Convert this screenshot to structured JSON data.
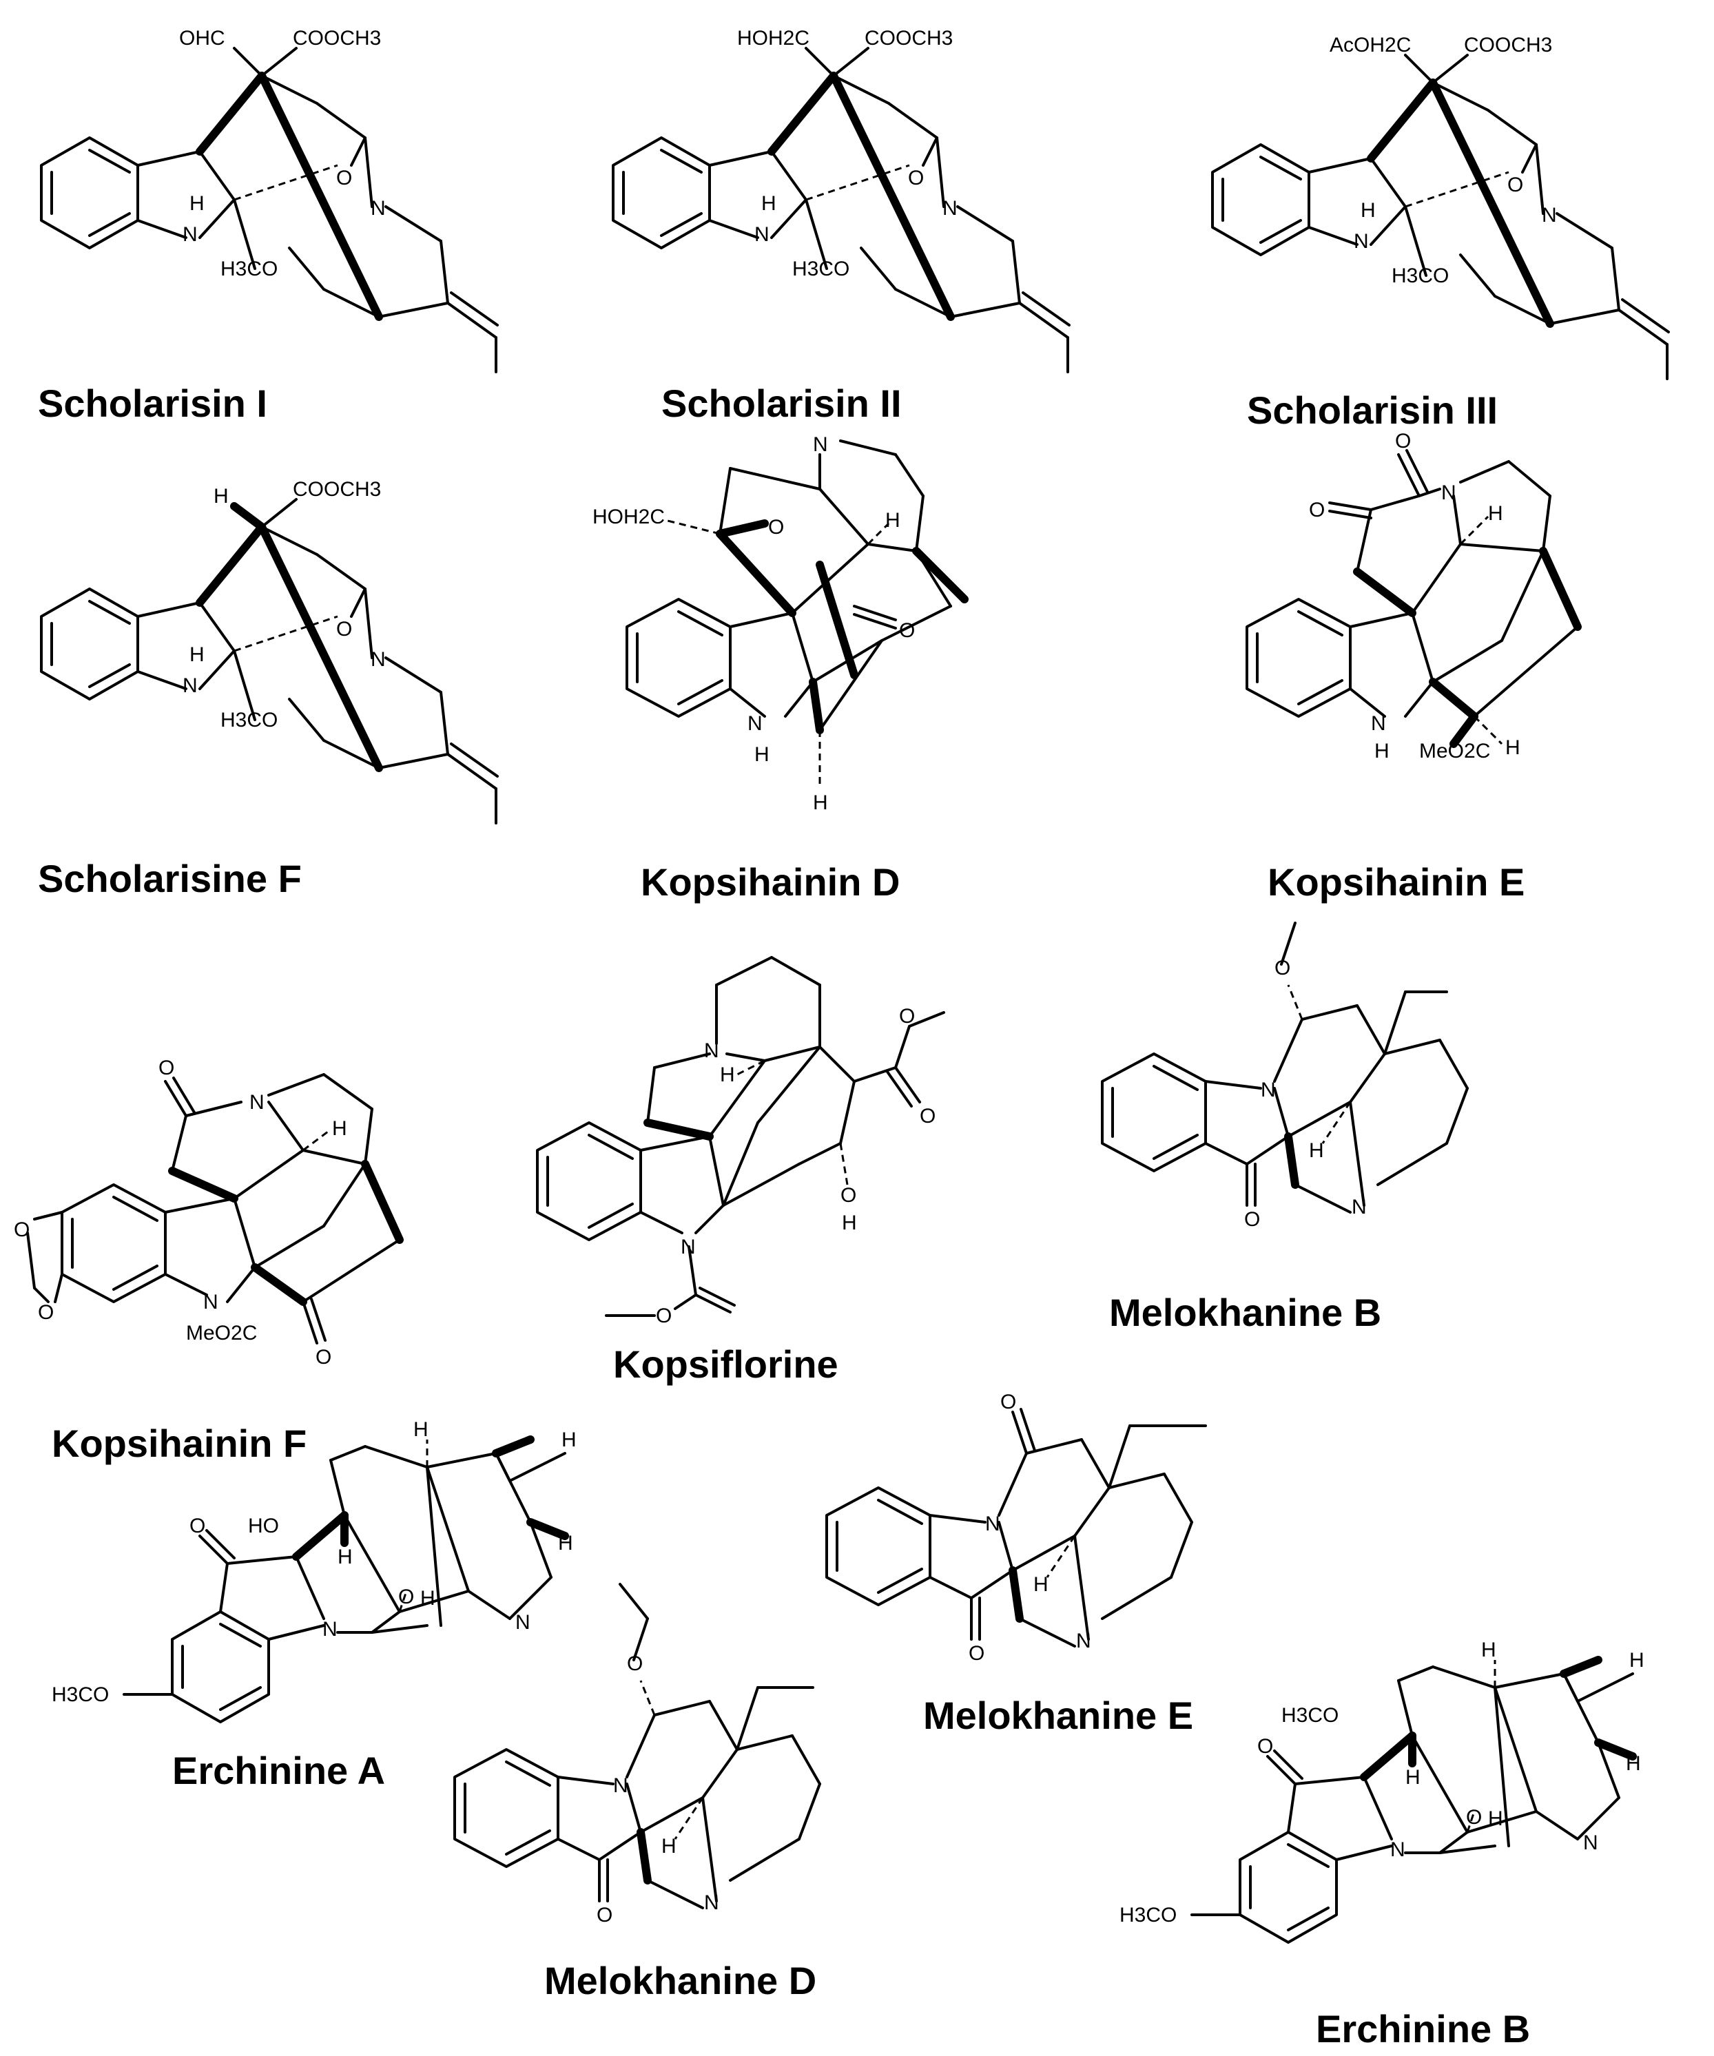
{
  "compounds": [
    {
      "name": "Scholarisin I",
      "labels": {
        "s1": "OHC",
        "s2": "COOCH3",
        "o": "O",
        "n": "N",
        "nh": "H",
        "nh2": "N",
        "ome": "H3CO"
      }
    },
    {
      "name": "Scholarisin II",
      "labels": {
        "s1": "HOH2C",
        "s2": "COOCH3",
        "o": "O",
        "n": "N",
        "nh": "H",
        "nh2": "N",
        "ome": "H3CO"
      }
    },
    {
      "name": "Scholarisin III",
      "labels": {
        "s1": "AcOH2C",
        "s2": "COOCH3",
        "o": "O",
        "n": "N",
        "nh": "H",
        "nh2": "N",
        "ome": "H3CO"
      }
    },
    {
      "name": "Scholarisine F",
      "labels": {
        "s1": "H",
        "s2": "COOCH3",
        "o": "O",
        "n": "N",
        "nh": "H",
        "nh2": "N",
        "ome": "H3CO"
      }
    },
    {
      "name": "Kopsihainin D",
      "labels": {
        "a": "HOH2C",
        "b": "O",
        "c": "N",
        "d": "H",
        "e": "O",
        "f": "N",
        "g": "H",
        "h": "H"
      }
    },
    {
      "name": "Kopsihainin E",
      "labels": {
        "a": "O",
        "b": "O",
        "c": "N",
        "d": "H",
        "e": "N",
        "f": "H",
        "g": "MeO2C",
        "h": "H"
      }
    },
    {
      "name": "Kopsihainin F",
      "labels": {
        "a": "O",
        "b": "N",
        "c": "H",
        "d": "O",
        "e": "O",
        "f": "N",
        "g": "MeO2C",
        "h": "O"
      }
    },
    {
      "name": "Kopsiflorine",
      "labels": {
        "a": "N",
        "b": "H",
        "c": "O",
        "d": "O",
        "e": "N",
        "f": "O",
        "g": "H",
        "h": "O"
      }
    },
    {
      "name": "Melokhanine B",
      "labels": {
        "a": "O",
        "b": "N",
        "c": "H",
        "d": "N",
        "e": "O"
      }
    },
    {
      "name": "Erchinine A",
      "labels": {
        "a": "H",
        "b": "H",
        "c": "O",
        "d": "HO",
        "e": "H",
        "f": "H",
        "g": "N",
        "h": "O",
        "i": "H",
        "j": "N",
        "k": "H3CO"
      }
    },
    {
      "name": "Melokhanine E",
      "labels": {
        "a": "O",
        "b": "N",
        "c": "H",
        "d": "N",
        "e": "O"
      }
    },
    {
      "name": "Melokhanine D",
      "labels": {
        "a": "O",
        "b": "N",
        "c": "H",
        "d": "N",
        "e": "O"
      }
    },
    {
      "name": "Erchinine B",
      "labels": {
        "a": "H",
        "b": "H",
        "c": "H3CO",
        "d": "O",
        "e": "H",
        "f": "H",
        "g": "N",
        "h": "O",
        "i": "H",
        "j": "N",
        "k": "H3CO"
      }
    }
  ]
}
